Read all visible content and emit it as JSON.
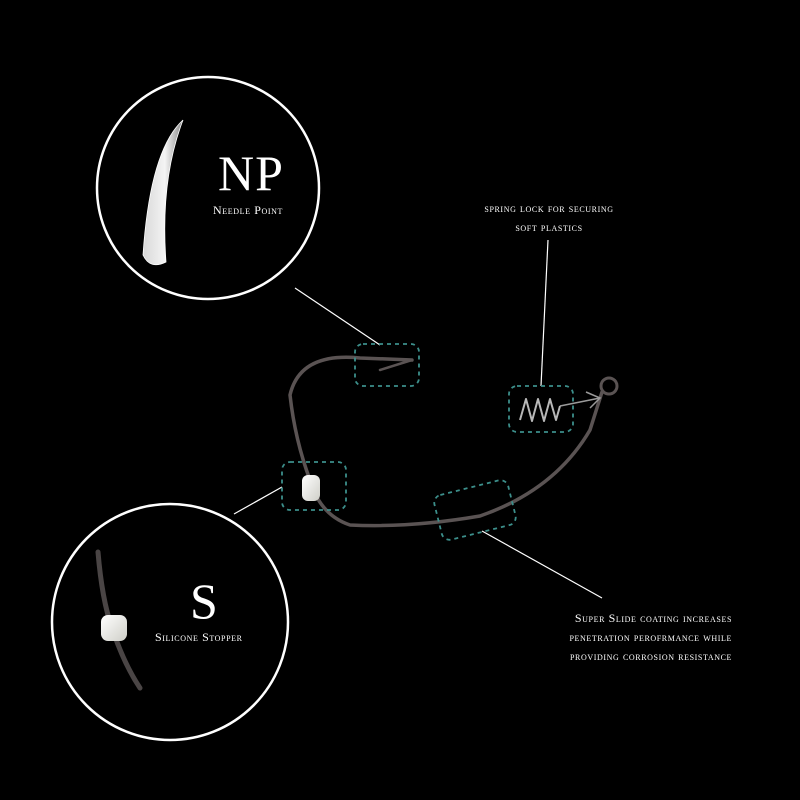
{
  "colors": {
    "background": "#000000",
    "circle_stroke": "#ffffff",
    "leader_line": "#ffffff",
    "dashed_box": "#3c8f8b",
    "hook_wire": "#5a5353",
    "stopper": "#e8e8e0"
  },
  "callouts": {
    "needle_point": {
      "code": "NP",
      "label": "Needle Point",
      "icon": "needle-point-closeup"
    },
    "silicone_stopper": {
      "code": "S",
      "label": "Silicone Stopper",
      "icon": "silicone-stopper-closeup"
    },
    "spring_lock": {
      "line1": "spring lock for securing",
      "line2": "soft plastics"
    },
    "coating": {
      "line1": "Super Slide coating increases",
      "line2": "penetration perofrmance while",
      "line3": "providing corrosion resistance"
    }
  }
}
